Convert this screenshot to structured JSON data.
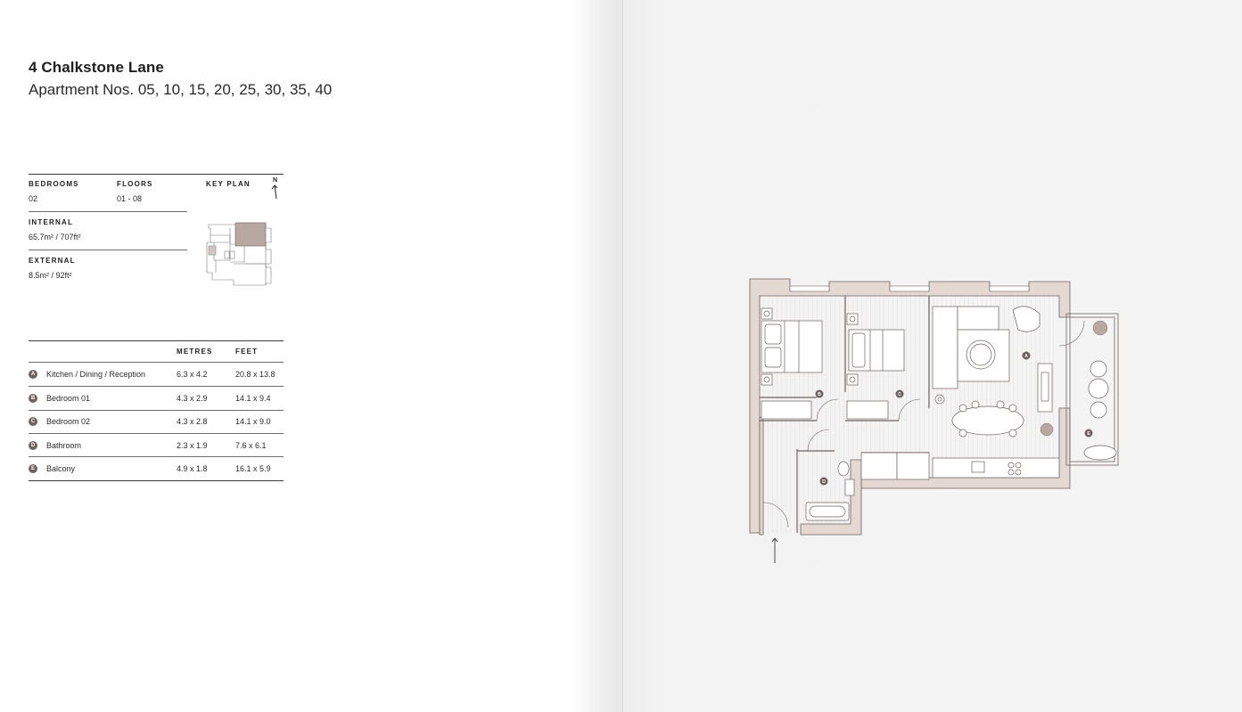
{
  "header": {
    "title": "4 Chalkstone Lane",
    "subtitle": "Apartment Nos. 05, 10, 15, 20, 25, 30, 35, 40"
  },
  "specs": {
    "bedrooms_label": "BEDROOMS",
    "bedrooms_value": "02",
    "floors_label": "FLOORS",
    "floors_value": "01 - 08",
    "internal_label": "INTERNAL",
    "internal_value": "65.7m² / 707ft²",
    "external_label": "EXTERNAL",
    "external_value": "8.5m² / 92ft²",
    "key_plan_label": "KEY PLAN",
    "north_label": "N"
  },
  "rooms_table": {
    "metres_label": "METRES",
    "feet_label": "FEET",
    "rows": [
      {
        "code": "A",
        "name": "Kitchen / Dining / Reception",
        "metres": "6.3 x 4.2",
        "feet": "20.8 x 13.8"
      },
      {
        "code": "B",
        "name": "Bedroom 01",
        "metres": "4.3 x 2.9",
        "feet": "14.1 x 9.4"
      },
      {
        "code": "C",
        "name": "Bedroom 02",
        "metres": "4.3 x 2.8",
        "feet": "14.1 x 9.0"
      },
      {
        "code": "D",
        "name": "Bathroom",
        "metres": "2.3 x 1.9",
        "feet": "7.6 x 6.1"
      },
      {
        "code": "E",
        "name": "Balcony",
        "metres": "4.9 x 1.8",
        "feet": "16.1 x 5.9"
      }
    ]
  },
  "floorplan": {
    "room_labels": [
      "A",
      "B",
      "C",
      "D",
      "E"
    ]
  },
  "colors": {
    "wall_fill": "#e3d8d2",
    "wall_stroke": "#6d625f",
    "badge": "#6f6260",
    "highlight": "#b7a8a1"
  }
}
